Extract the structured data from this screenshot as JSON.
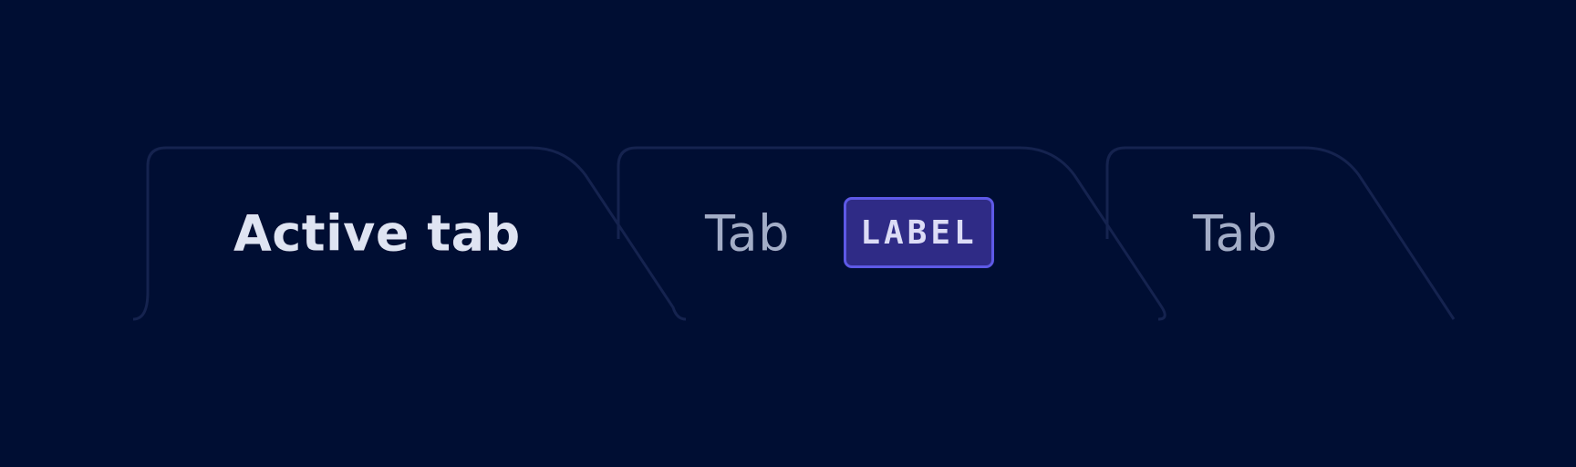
{
  "tabs": [
    {
      "label": "Active tab",
      "active": true
    },
    {
      "label": "Tab",
      "active": false,
      "badge": "LABEL"
    },
    {
      "label": "Tab",
      "active": false
    }
  ],
  "colors": {
    "background": "#000e33",
    "tab_outline": "#15234f",
    "active_text": "#dfe4f2",
    "inactive_text": "#a3adc7",
    "badge_fill": "#2f2b86",
    "badge_border": "#5e59e6",
    "badge_text": "#dcdcf6"
  }
}
